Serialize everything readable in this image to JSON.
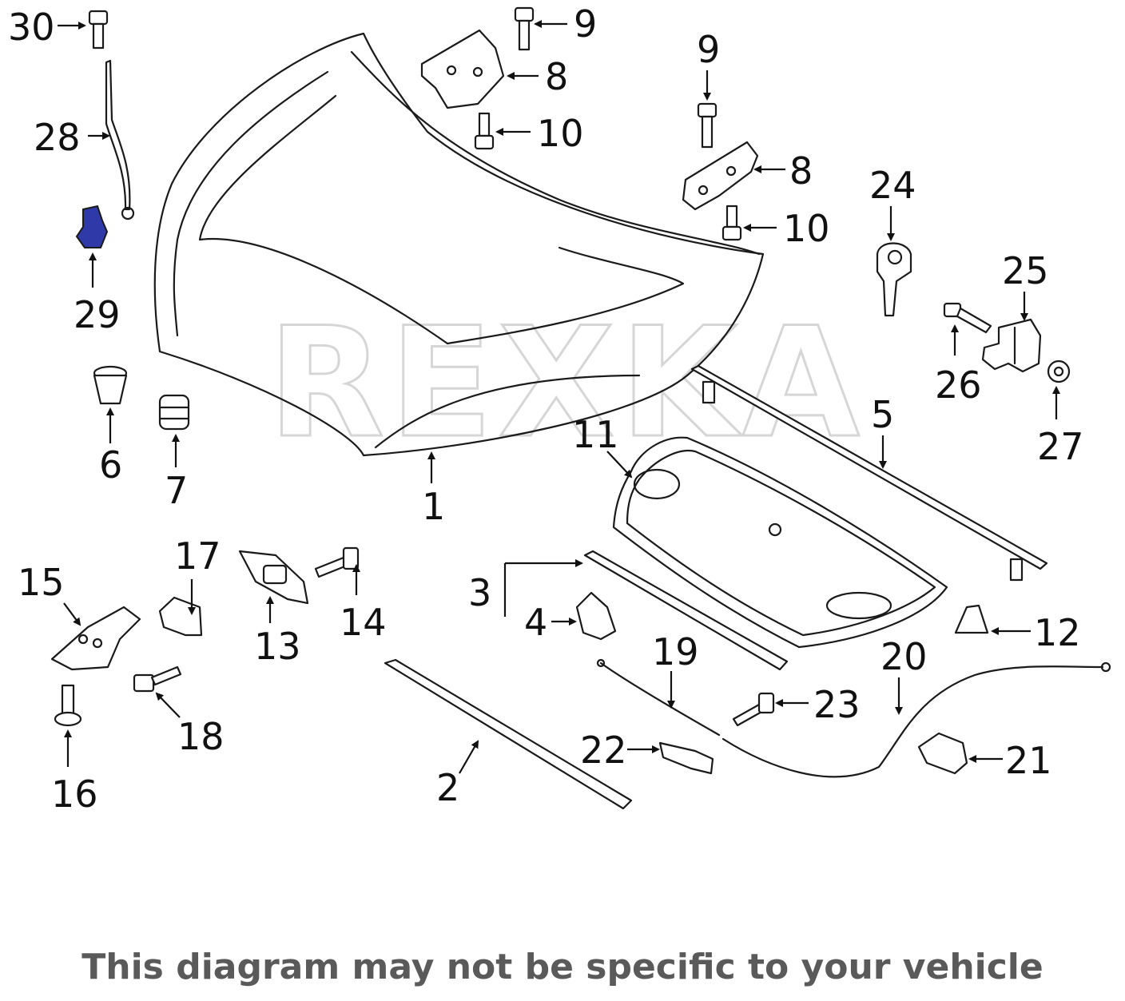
{
  "watermark": "REXKA",
  "footer_text": "This diagram may not be specific to your vehicle",
  "colors": {
    "highlight": "#2f3aa8",
    "line": "#1a1a1a",
    "footer": "#5a5a5a",
    "watermark": "#d6d6d6"
  },
  "callouts": [
    "1",
    "2",
    "3",
    "4",
    "5",
    "6",
    "7",
    "8",
    "8",
    "9",
    "9",
    "10",
    "10",
    "11",
    "12",
    "13",
    "14",
    "15",
    "16",
    "17",
    "18",
    "19",
    "20",
    "21",
    "22",
    "23",
    "24",
    "25",
    "26",
    "27",
    "28",
    "29",
    "30"
  ],
  "highlighted_part": "29"
}
